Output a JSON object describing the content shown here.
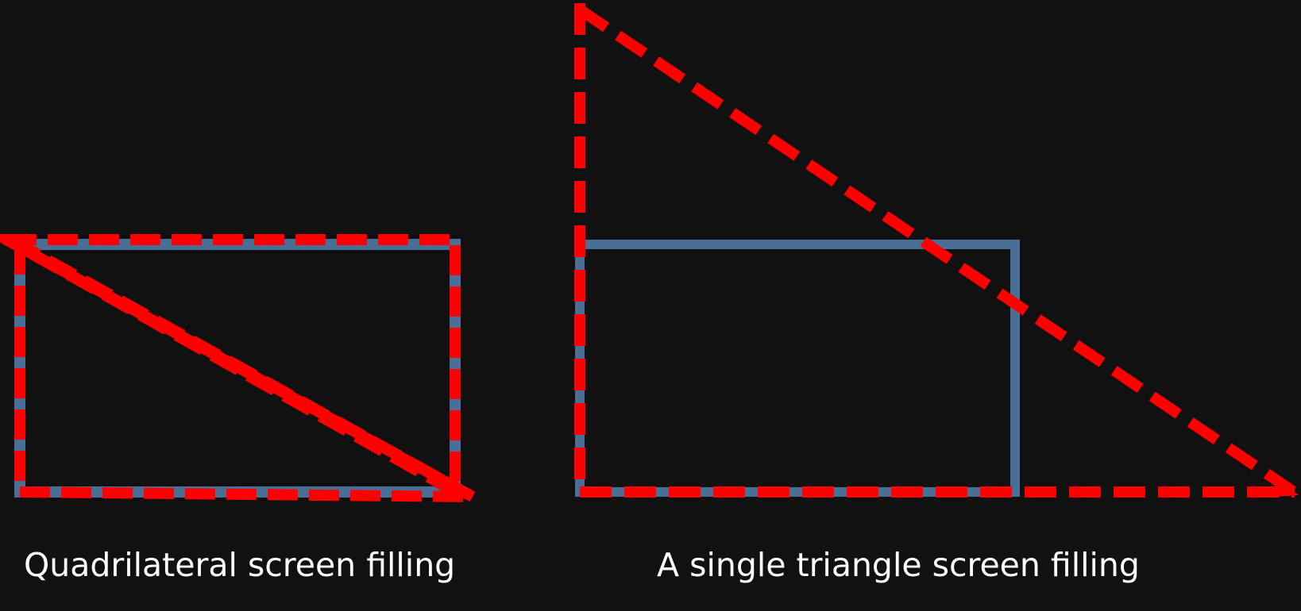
{
  "colors": {
    "background": "#111111",
    "rectangle": "#4A6F96",
    "triangle": "#FF0000",
    "text": "#FFFFFF"
  },
  "panels": [
    {
      "caption": "Quadrilateral screen filling",
      "rectangle_icon": "screen-rectangle",
      "triangles_icon": "two-triangles"
    },
    {
      "caption": "A single triangle screen filling",
      "rectangle_icon": "screen-rectangle",
      "triangles_icon": "oversized-triangle"
    }
  ]
}
